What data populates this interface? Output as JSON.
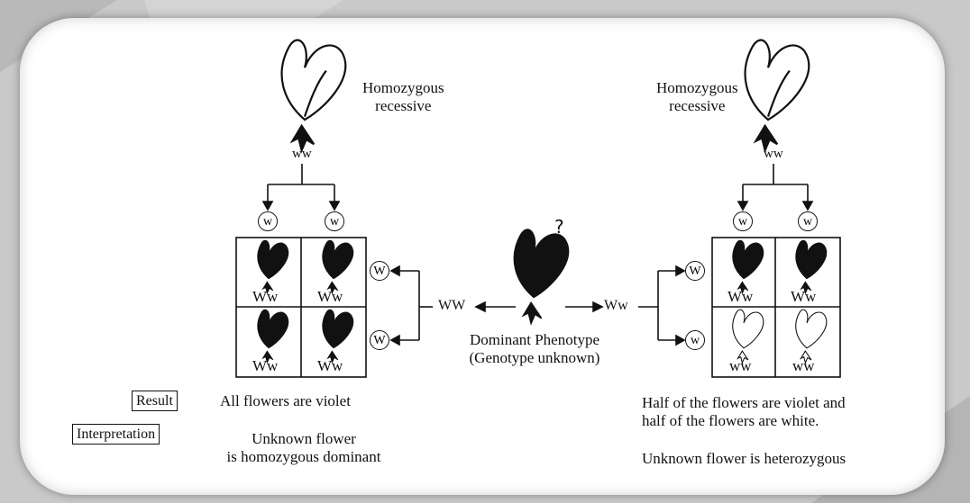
{
  "left_parent": {
    "label": "Homozygous\nrecessive",
    "genotype": "ww"
  },
  "right_parent": {
    "label": "Homozygous\nrecessive",
    "genotype": "ww"
  },
  "gametes": {
    "left_top": [
      "w",
      "w"
    ],
    "left_side": [
      "W",
      "W"
    ],
    "right_top": [
      "w",
      "w"
    ],
    "right_side": [
      "W",
      "w"
    ]
  },
  "left_grid": [
    "Ww",
    "Ww",
    "Ww",
    "Ww"
  ],
  "right_grid": [
    "Ww",
    "Ww",
    "ww",
    "ww"
  ],
  "unknown": {
    "question_mark": "?",
    "label_line1": "Dominant Phenotype",
    "label_line2": "(Genotype unknown)",
    "left_genotype": "WW",
    "right_genotype": "Ww"
  },
  "result_label": "Result",
  "interpretation_label": "Interpretation",
  "left_result": "All flowers are violet",
  "left_interpretation": "Unknown flower\nis homozygous dominant",
  "right_result": "Half of the flowers are violet and\nhalf of the flowers are white.",
  "right_interpretation": "Unknown flower is heterozygous",
  "colors": {
    "violet_flower": "#111111",
    "white_flower": "#ffffff",
    "background": "#c9c9c9"
  }
}
